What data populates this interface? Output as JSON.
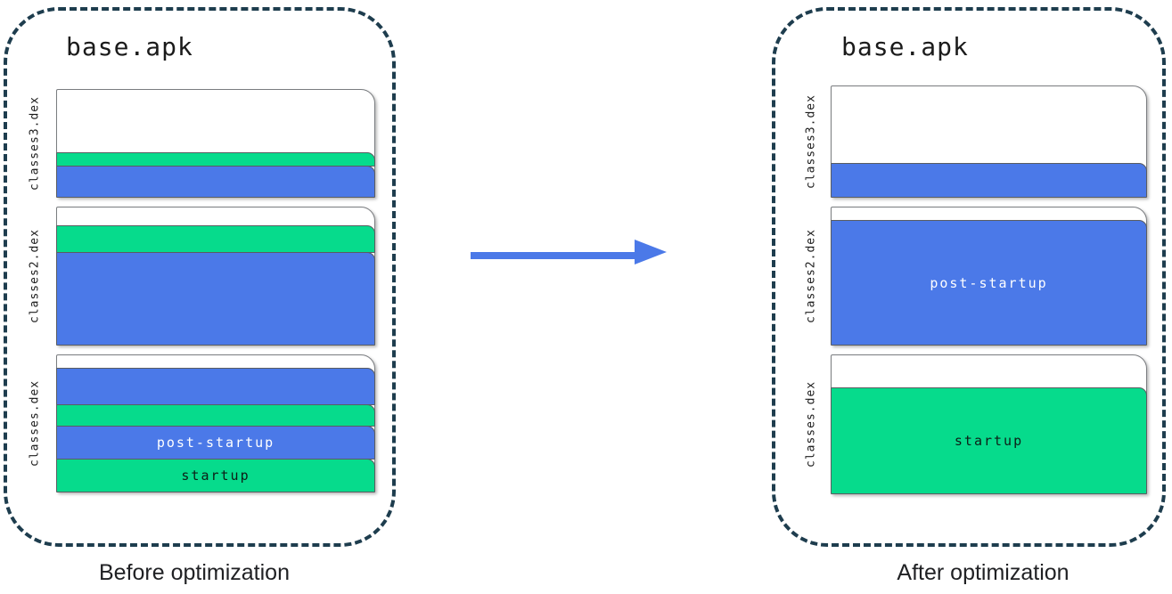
{
  "colors": {
    "blue": "#4b79e8",
    "green": "#06db8c",
    "arrow": "#4b79e8",
    "container_border": "#1e3d4e",
    "band_border": "#5a5d61",
    "band_text_on_blue": "#ffffff",
    "band_text_on_green": "#0d1f17"
  },
  "panels": [
    {
      "id": "before",
      "apk_label": "base.apk",
      "caption": "Before optimization",
      "files": [
        {
          "name": "classes3.dex",
          "bands": [
            {
              "color": "green",
              "height": 16
            },
            {
              "color": "blue",
              "height": 36
            }
          ]
        },
        {
          "name": "classes2.dex",
          "bands": [
            {
              "color": "green",
              "height": 31
            },
            {
              "color": "blue",
              "height": 105
            }
          ]
        },
        {
          "name": "classes.dex",
          "bands": [
            {
              "color": "blue",
              "height": 42
            },
            {
              "color": "green",
              "height": 25
            },
            {
              "color": "blue",
              "height": 38,
              "label": "post-startup"
            },
            {
              "color": "green",
              "height": 38,
              "label": "startup"
            }
          ]
        }
      ]
    },
    {
      "id": "after",
      "apk_label": "base.apk",
      "caption": "After optimization",
      "files": [
        {
          "name": "classes3.dex",
          "bands": [
            {
              "color": "blue",
              "height": 39
            }
          ]
        },
        {
          "name": "classes2.dex",
          "bands": [
            {
              "color": "blue",
              "height": 141,
              "label": "post-startup"
            }
          ]
        },
        {
          "name": "classes.dex",
          "bands": [
            {
              "color": "green",
              "height": 120,
              "label": "startup"
            }
          ]
        }
      ]
    }
  ]
}
